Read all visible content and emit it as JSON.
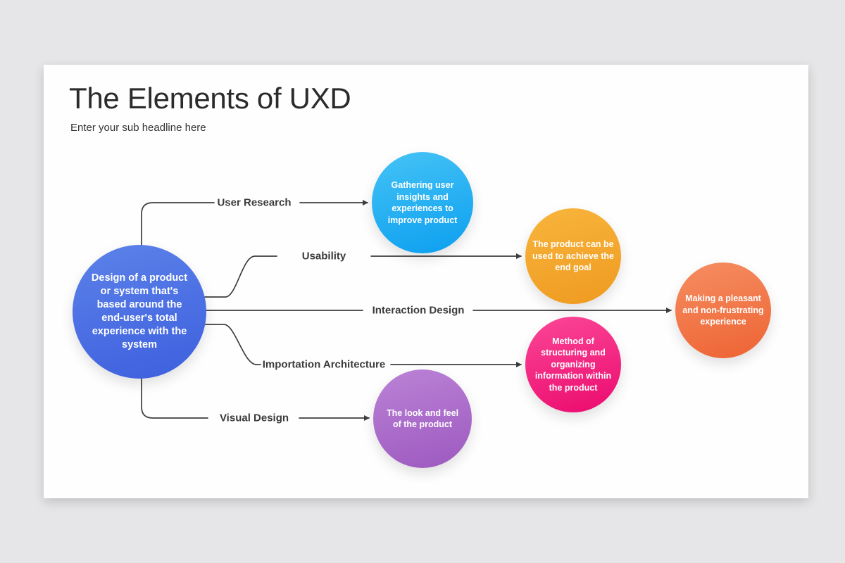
{
  "slide": {
    "title": "The Elements of UXD",
    "subtitle": "Enter your sub headline here"
  },
  "diagram": {
    "root": {
      "text": "Design of a product or system that's based around the end-user's total experience with the system",
      "gradient": {
        "from": "#5c82e9",
        "to": "#3d5fde"
      }
    },
    "branches": [
      {
        "label": "User Research",
        "node": {
          "text": "Gathering user insights and experiences to improve product",
          "gradient": {
            "from": "#45c3f5",
            "to": "#0c9ff0"
          }
        }
      },
      {
        "label": "Usability",
        "node": {
          "text": "The product can be used to achieve the end goal",
          "gradient": {
            "from": "#f8b53c",
            "to": "#ef9a20"
          }
        }
      },
      {
        "label": "Interaction Design",
        "node": {
          "text": "Making a pleasant and non-frustrating experience",
          "gradient": {
            "from": "#f58e62",
            "to": "#ee6333"
          }
        }
      },
      {
        "label": "Importation Architecture",
        "node": {
          "text": "Method of structuring and organizing information within the product",
          "gradient": {
            "from": "#fb4797",
            "to": "#eb0a6e"
          }
        }
      },
      {
        "label": "Visual Design",
        "node": {
          "text": "The look and feel of the product",
          "gradient": {
            "from": "#bb82d6",
            "to": "#9c59bf"
          }
        }
      }
    ],
    "connector_color": "#3e3e3e"
  },
  "colors": {
    "background": "#e6e5e7",
    "card": "#fefefe",
    "title_text": "#2b2b2b",
    "label_text": "#3b3b3b"
  }
}
